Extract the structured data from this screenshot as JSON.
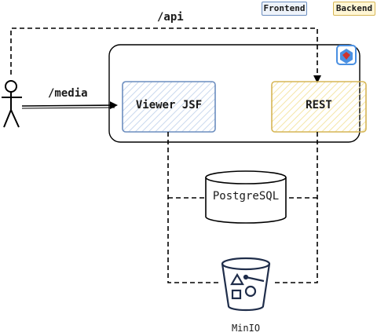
{
  "legend": {
    "frontend": "Frontend",
    "backend": "Backend"
  },
  "nodes": {
    "viewer": "Viewer JSF",
    "rest": "REST",
    "database": "PostgreSQL",
    "storage": "MinIO"
  },
  "edges": {
    "api": "/api",
    "media": "/media"
  },
  "colors": {
    "frontend_stroke": "#6c8ebf",
    "frontend_fill": "#eef3fa",
    "backend_stroke": "#d6b656",
    "backend_fill": "#fff6d5",
    "line": "#000000",
    "storage_icon": "#1f2d4a",
    "app_icon": "#4a90e2"
  },
  "icons": {
    "user": "stick-figure-icon",
    "app": "app-logo-icon",
    "storage": "bucket-shapes-icon"
  }
}
